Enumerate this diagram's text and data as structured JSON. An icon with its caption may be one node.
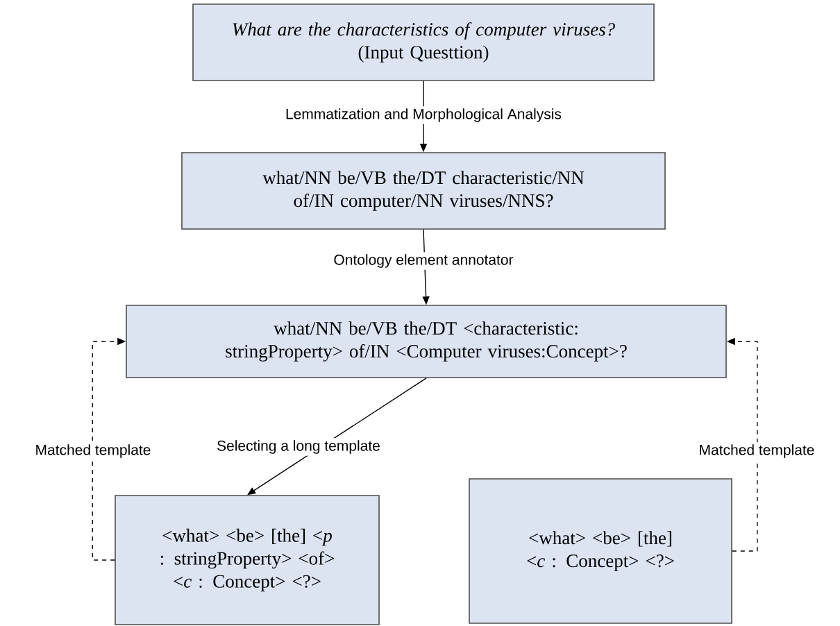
{
  "diagram": {
    "nodes": [
      {
        "text": [
          "*What are the characteristics of computer viruses?*",
          "(Input Questtion)"
        ]
      },
      {
        "text": [
          "what/NN be/VB the/DT characteristic/NN of/IN computer/NN viruses/NNS?"
        ]
      },
      {
        "text": [
          "what/NN be/VB the/DT <characteristic: stringProperty> of/IN <Computer viruses:Concept>?"
        ]
      },
      {
        "text": [
          "<what> <be> [the] <*p* : stringProperty> <of> <*c* : Concept> <?>"
        ]
      },
      {
        "text": [
          "<what> <be> [the] <*c* : Concept> <?>"
        ]
      }
    ],
    "edges": [
      {
        "from": 0,
        "to": 1,
        "arrow": "to",
        "label": "Lemmatization and Morphological Analysis"
      },
      {
        "from": 1,
        "to": 2,
        "arrow": "to",
        "label": "Ontology element annotator"
      },
      {
        "from": 2,
        "to": 3,
        "arrow": "to",
        "label": "Selecting a long template"
      },
      {
        "from": 3,
        "to": 2,
        "arrow": "to",
        "label": "Matched template",
        "style": "dashed"
      },
      {
        "from": 4,
        "to": 2,
        "arrow": "to",
        "label": "Matched template",
        "style": "dashed"
      }
    ]
  }
}
